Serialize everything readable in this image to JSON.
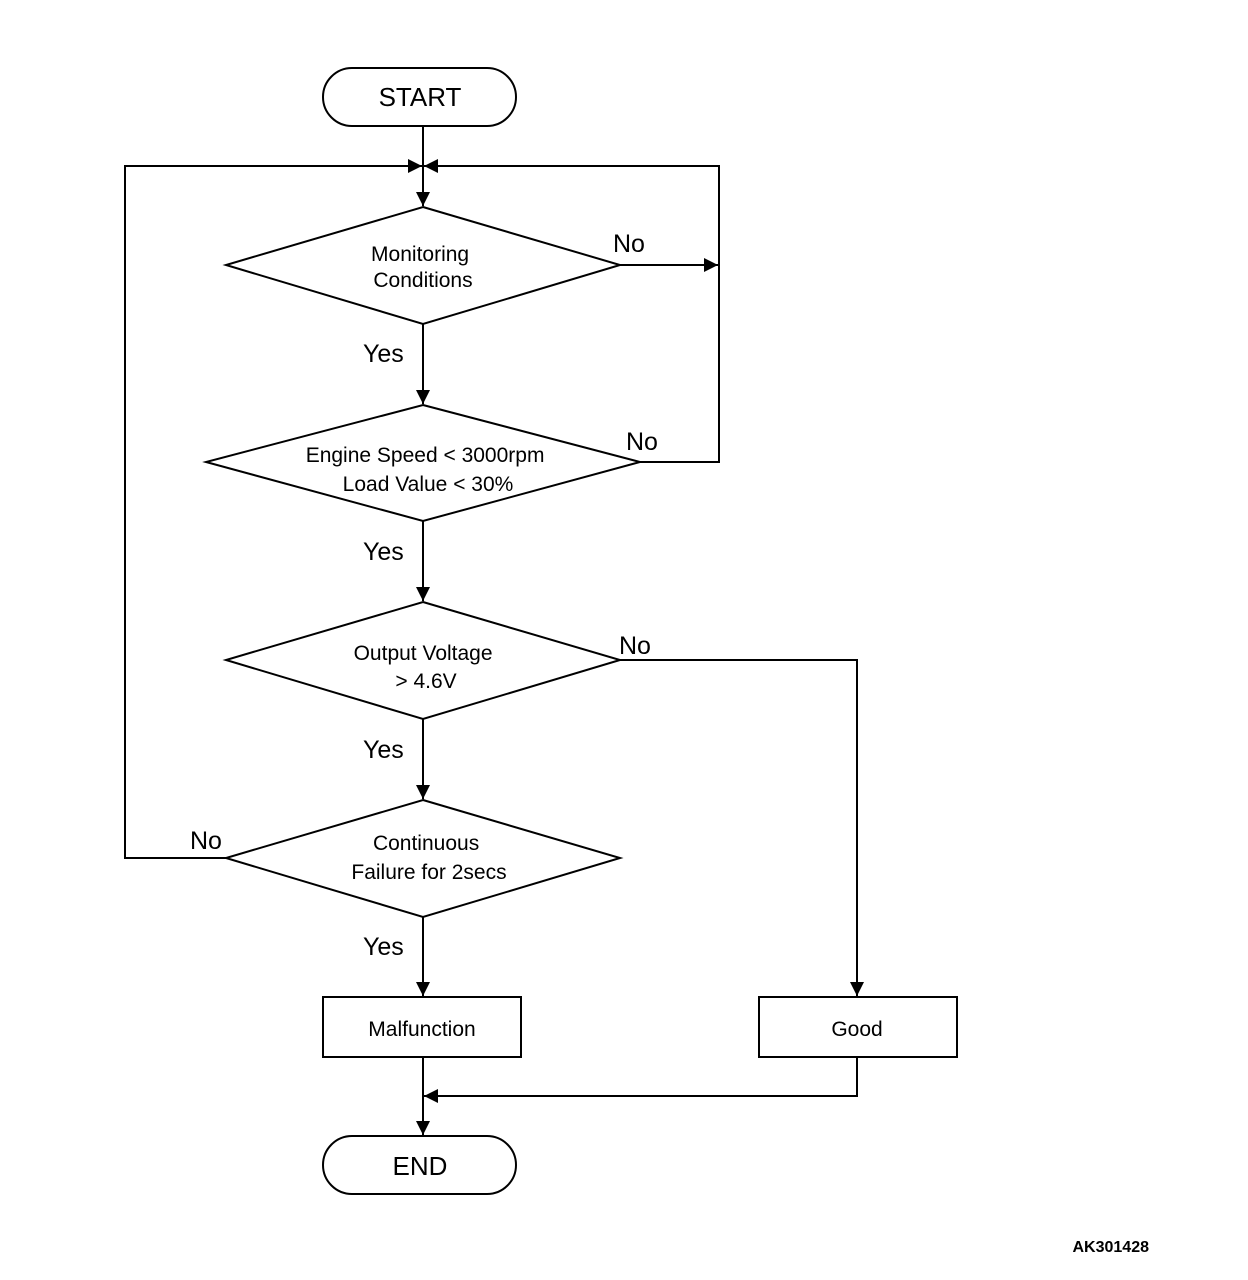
{
  "flowchart": {
    "start": "START",
    "end": "END",
    "decisions": [
      {
        "lines": [
          "Monitoring",
          "Conditions"
        ],
        "yes": "Yes",
        "no": "No"
      },
      {
        "lines": [
          "Engine Speed < 3000rpm",
          "Load Value < 30%"
        ],
        "yes": "Yes",
        "no": "No"
      },
      {
        "lines": [
          "Output Voltage",
          "> 4.6V"
        ],
        "yes": "Yes",
        "no": "No"
      },
      {
        "lines": [
          "Continuous",
          "Failure for 2secs"
        ],
        "yes": "Yes",
        "no": "No"
      }
    ],
    "results": {
      "malfunction": "Malfunction",
      "good": "Good"
    },
    "figure_id": "AK301428"
  }
}
